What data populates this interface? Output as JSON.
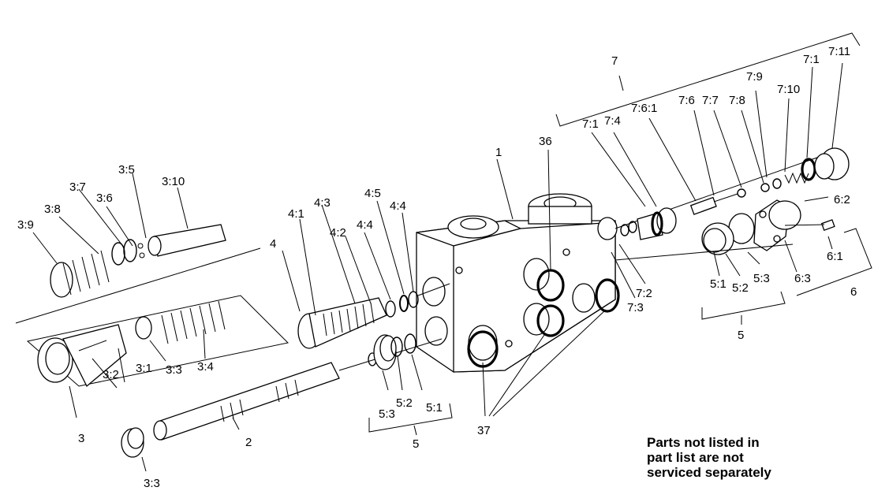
{
  "labels": {
    "l_7": "7",
    "l_7_1a": "7:1",
    "l_7_11": "7:11",
    "l_7_9": "7:9",
    "l_7_10": "7:10",
    "l_7_6_1": "7:6:1",
    "l_7_6": "7:6",
    "l_7_7": "7:7",
    "l_7_8": "7:8",
    "l_7_1b": "7:1",
    "l_7_4": "7:4",
    "l_36": "36",
    "l_1": "1",
    "l_6_2": "6:2",
    "l_6_1": "6:1",
    "l_6_3": "6:3",
    "l_6": "6",
    "l_7_2": "7:2",
    "l_7_3": "7:3",
    "l_5_1r": "5:1",
    "l_5_2r": "5:2",
    "l_5_3r": "5:3",
    "l_5r": "5",
    "l_3_10": "3:10",
    "l_3_5": "3:5",
    "l_3_7": "3:7",
    "l_3_6": "3:6",
    "l_3_8": "3:8",
    "l_3_9": "3:9",
    "l_4_1": "4:1",
    "l_4_3": "4:3",
    "l_4_5": "4:5",
    "l_4_2": "4:2",
    "l_4_4a": "4:4",
    "l_4_4b": "4:4",
    "l_4": "4",
    "l_3_2": "3:2",
    "l_3_1": "3:1",
    "l_3_3a": "3:3",
    "l_3_4": "3:4",
    "l_3": "3",
    "l_2": "2",
    "l_3_3b": "3:3",
    "l_5_3l": "5:3",
    "l_5_2l": "5:2",
    "l_5_1l": "5:1",
    "l_5l": "5",
    "l_37": "37"
  },
  "note": {
    "line1": "Parts not listed in",
    "line2": "part list are not",
    "line3": "serviced separately"
  }
}
